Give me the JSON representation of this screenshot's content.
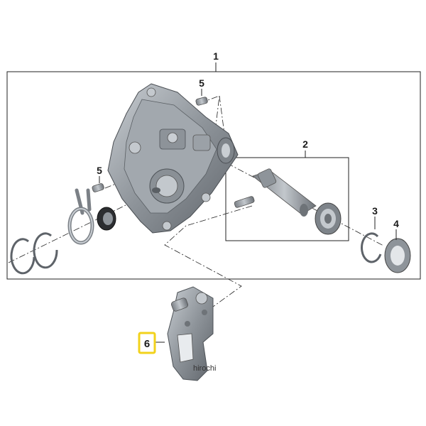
{
  "callouts": {
    "c1": "1",
    "c2": "2",
    "c3": "3",
    "c4": "4",
    "c5a": "5",
    "c5b": "5",
    "c6": "6"
  },
  "highlight": {
    "label": "6",
    "color": "#f2d21b"
  },
  "watermark": "hirochi",
  "colors": {
    "part_dark": "#6e7378",
    "part_mid": "#9aa0a6",
    "part_light": "#c4c9ce",
    "line": "#222222"
  }
}
